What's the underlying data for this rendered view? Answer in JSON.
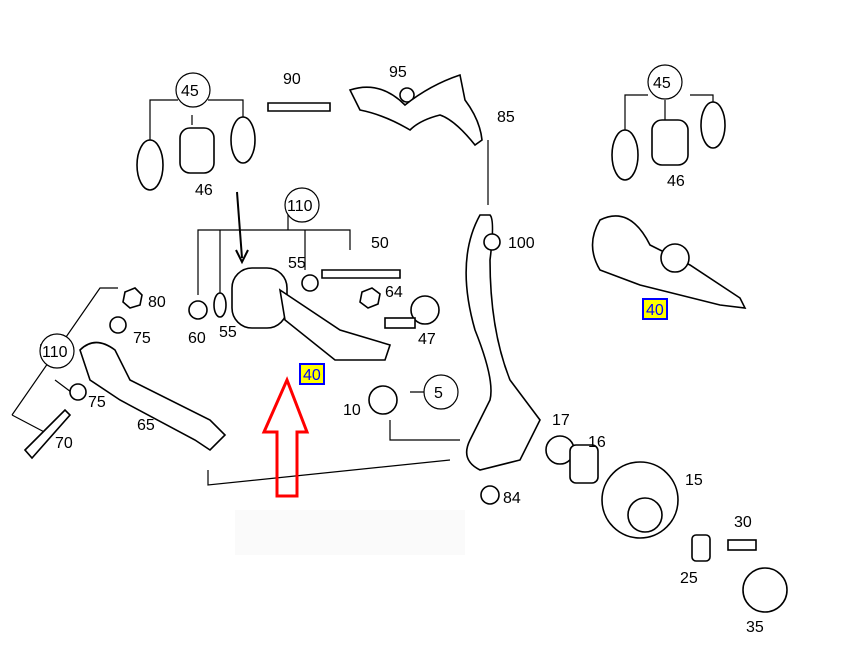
{
  "labels": {
    "p90": "90",
    "p95": "95",
    "p85": "85",
    "p45a": "45",
    "p46a": "46",
    "p110a": "110",
    "p50": "50",
    "p55a": "55",
    "p100": "100",
    "p64": "64",
    "p80": "80",
    "p75a": "75",
    "p60": "60",
    "p55b": "55",
    "p47": "47",
    "p110b": "110",
    "p40a": "40",
    "p5": "5",
    "p10": "10",
    "p75b": "75",
    "p65": "65",
    "p70": "70",
    "p17": "17",
    "p16": "16",
    "p15": "15",
    "p84": "84",
    "p30": "30",
    "p25": "25",
    "p35": "35",
    "p45b": "45",
    "p46b": "46",
    "p40b": "40"
  },
  "colors": {
    "highlight_fill": "#ffff00",
    "highlight_border": "#0000ff",
    "arrow": "#ff0000"
  }
}
